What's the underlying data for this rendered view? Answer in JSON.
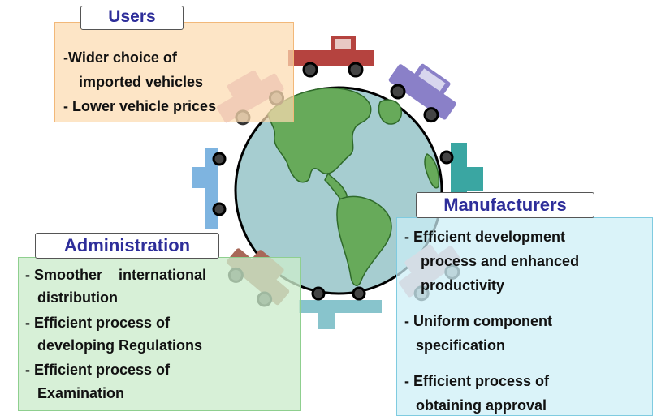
{
  "colors": {
    "title_text": "#2e2e9a",
    "users_fill": "#fcdbb0",
    "admin_fill": "#ccecca",
    "manufacturers_fill": "#ccecf6",
    "ocean": "#a6cdd0",
    "land": "#67aa5a"
  },
  "icons": [
    "globe-icon",
    "car-icon",
    "pickup-truck-icon"
  ],
  "users": {
    "title": "Users",
    "items": [
      "-Wider choice of",
      "imported vehicles",
      "- Lower vehicle prices"
    ]
  },
  "administration": {
    "title": "Administration",
    "items": [
      "- Smoother    international",
      "distribution",
      "- Efficient process of",
      "developing Regulations",
      "- Efficient process of",
      "Examination"
    ]
  },
  "manufacturers": {
    "title": "Manufacturers",
    "items": [
      "- Efficient development",
      "process and enhanced",
      "productivity",
      "- Uniform component",
      "specification",
      "- Efficient process of",
      "obtaining approval"
    ]
  }
}
